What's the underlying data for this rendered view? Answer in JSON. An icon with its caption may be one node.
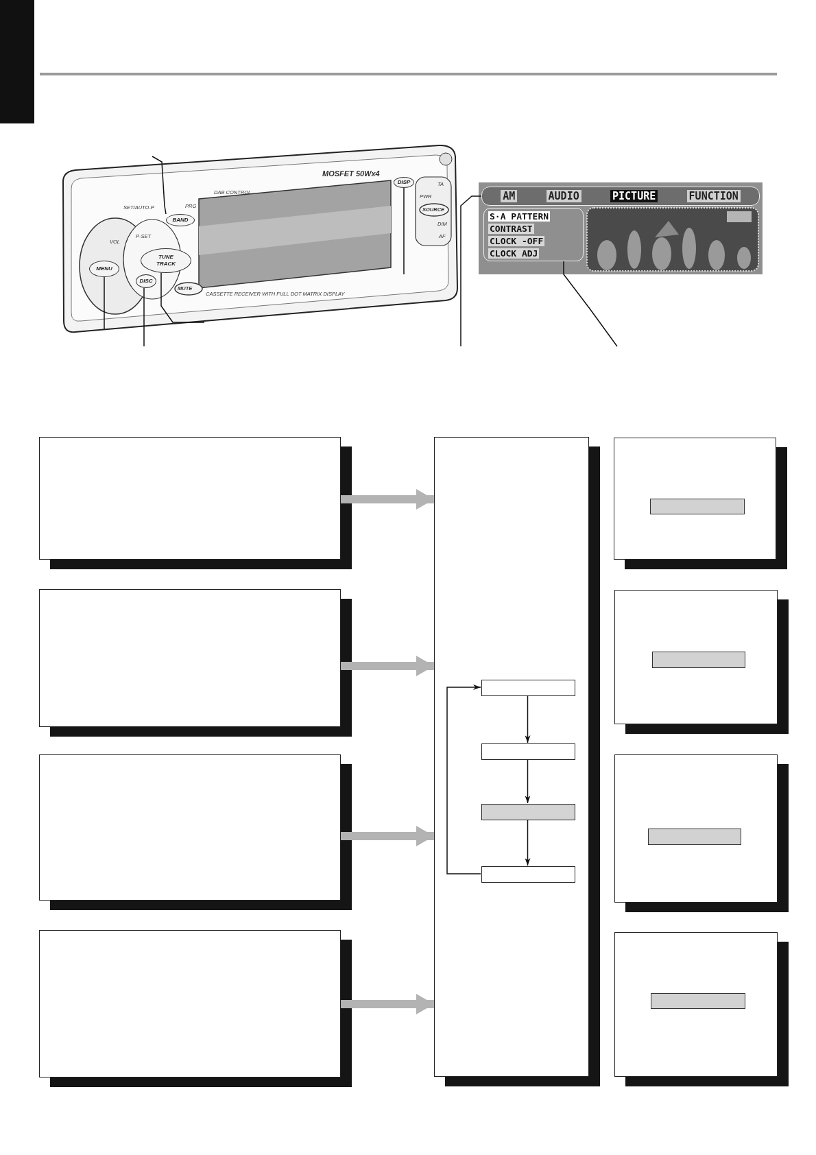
{
  "diagram": {
    "nodes": [
      {
        "text": [
          "BAND"
        ]
      },
      {
        "text": [
          "DISP"
        ]
      },
      {
        "text": [
          "AM",
          "AUDIO",
          "PICTURE",
          "FUNCTION"
        ]
      },
      {
        "text": [
          "S·A PATTERN",
          "CONTRAST",
          "CLOCK -OFF",
          "CLOCK ADJ"
        ]
      },
      {
        "text": [
          "MENU"
        ]
      },
      {
        "text": [
          "TUNE",
          "TRACK"
        ]
      },
      {
        "text": [
          "DISC"
        ]
      },
      {
        "text": [],
        "shape": "box"
      },
      {
        "text": [],
        "shape": "box"
      },
      {
        "text": [],
        "shape": "box"
      },
      {
        "text": [],
        "shape": "box"
      },
      {
        "text": [],
        "shape": "box"
      },
      {
        "text": [],
        "shape": "box",
        "in": 11
      },
      {
        "text": [],
        "shape": "box",
        "in": 11
      },
      {
        "text": [],
        "shape": "box",
        "in": 11
      },
      {
        "text": [],
        "shape": "box",
        "in": 11
      },
      {
        "text": [],
        "shape": "box"
      },
      {
        "text": [],
        "shape": "bar",
        "in": 16
      },
      {
        "text": [],
        "shape": "box"
      },
      {
        "text": [],
        "shape": "bar",
        "in": 18
      },
      {
        "text": [],
        "shape": "box"
      },
      {
        "text": [],
        "shape": "bar",
        "in": 20
      },
      {
        "text": [],
        "shape": "box"
      },
      {
        "text": [],
        "shape": "bar",
        "in": 22
      }
    ],
    "edges": [
      {
        "from": null,
        "to": 0,
        "arrow": "none"
      },
      {
        "from": null,
        "to": 1,
        "arrow": "none"
      },
      {
        "from": null,
        "to": 2,
        "arrow": "none"
      },
      {
        "from": null,
        "to": 3,
        "arrow": "none"
      },
      {
        "from": null,
        "to": 4,
        "arrow": "none"
      },
      {
        "from": null,
        "to": 6,
        "arrow": "none"
      },
      {
        "from": null,
        "to": 5,
        "arrow": "none"
      },
      {
        "from": 7,
        "to": 11,
        "arrow": "to",
        "style": "thick",
        "color": "#b3b3b3"
      },
      {
        "from": 8,
        "to": 11,
        "arrow": "to",
        "style": "thick",
        "color": "#b3b3b3"
      },
      {
        "from": 9,
        "to": 11,
        "arrow": "to",
        "style": "thick",
        "color": "#b3b3b3"
      },
      {
        "from": 10,
        "to": 11,
        "arrow": "to",
        "style": "thick",
        "color": "#b3b3b3"
      },
      {
        "from": 12,
        "to": 13,
        "arrow": "to"
      },
      {
        "from": 13,
        "to": 14,
        "arrow": "to"
      },
      {
        "from": 14,
        "to": 15,
        "arrow": "to"
      },
      {
        "from": 15,
        "to": 12,
        "arrow": "to"
      }
    ],
    "labels": [
      "SET/AUTO-P",
      "PRG",
      "DAB CONTROL",
      "MOSFET 50Wx4",
      "TA",
      "PWR",
      "SOURCE",
      "VOL",
      "P-SET",
      "DIM",
      "AF",
      "CASSETTE RECEIVER WITH FULL DOT MATRIX DISPLAY",
      "MUTE"
    ]
  }
}
